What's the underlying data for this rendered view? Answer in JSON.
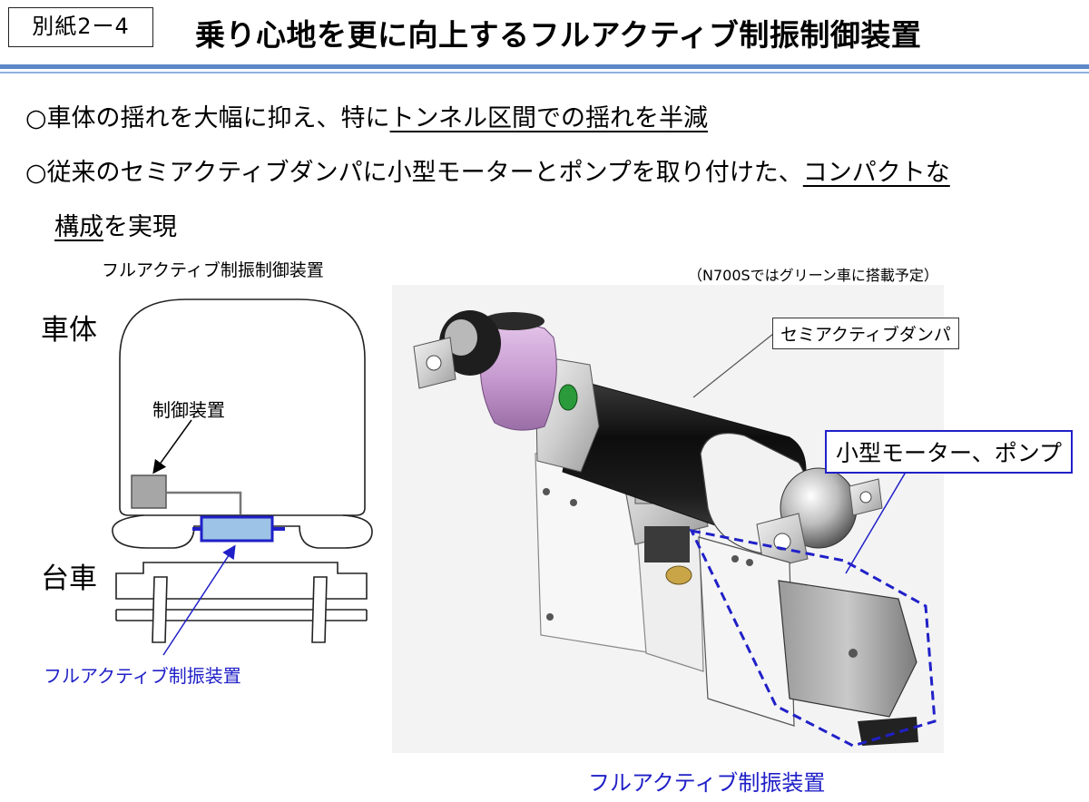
{
  "header": {
    "tag": "別紙2ー4",
    "title": "乗り心地を更に向上するフルアクティブ制振制御装置"
  },
  "bullets": {
    "line1": {
      "prefix": "○車体の揺れを大幅に抑え、特に",
      "underlined": "トンネル区間での揺れを半減"
    },
    "line2": {
      "prefix": "○従来のセミアクティブダンパに小型モーターとポンプを取り付けた、",
      "underlined": "コンパクトな"
    },
    "line3": {
      "underlined": "構成",
      "suffix": "を実現"
    }
  },
  "left_diagram": {
    "title": "フルアクティブ制振制御装置",
    "car_body_label": "車体",
    "bogie_label": "台車",
    "controller_label": "制御装置",
    "damper_label": "フルアクティブ制振装置"
  },
  "right_diagram": {
    "note": "（N700Sではグリーン車に搭載予定）",
    "semi_damper_callout": "セミアクティブダンパ",
    "motor_pump_callout": "小型モーター、ポンプ",
    "caption": "フルアクティブ制振装置"
  },
  "colors": {
    "rule": "#5b87c7",
    "accent_blue": "#2020c8",
    "controller_box": "#a6a6a6",
    "damper_fill": "#9dc3e6",
    "damper_body": "#1e1e1e",
    "damper_pink": "#c79bd0"
  }
}
